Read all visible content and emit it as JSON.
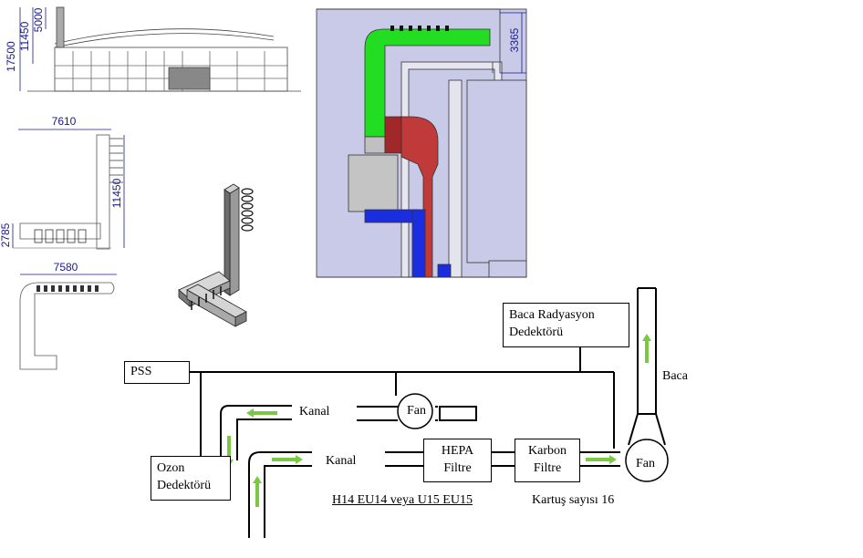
{
  "dimensions": {
    "elev_total": "17500",
    "elev_upper": "11450",
    "elev_top": "5000",
    "side_width": "7610",
    "side_height": "11450",
    "side_base": "2785",
    "plan_width": "7580",
    "section_top": "3365"
  },
  "schematic": {
    "pss": "PSS",
    "baca_rad_line1": "Baca Radyasyon",
    "baca_rad_line2": "Dedektörü",
    "baca": "Baca",
    "kanal_top": "Kanal",
    "kanal_bottom": "Kanal",
    "fan_top": "Fan",
    "fan_main": "Fan",
    "hepa_line1": "HEPA",
    "hepa_line2": "Filtre",
    "karbon_line1": "Karbon",
    "karbon_line2": "Filtre",
    "ozon_line1": "Ozon",
    "ozon_line2": "Dedektörü",
    "filter_class": "H14 EU14 veya  U15 EU15",
    "cartridge": "Kartuş sayısı 16"
  },
  "colors": {
    "exhaust_duct": "#22dd22",
    "supply_duct": "#b03030",
    "return_duct": "#1a2ee0",
    "section_fill": "#c8cae8",
    "flow_arrow": "#7ac943",
    "dimension_text": "#1a1a8c"
  }
}
